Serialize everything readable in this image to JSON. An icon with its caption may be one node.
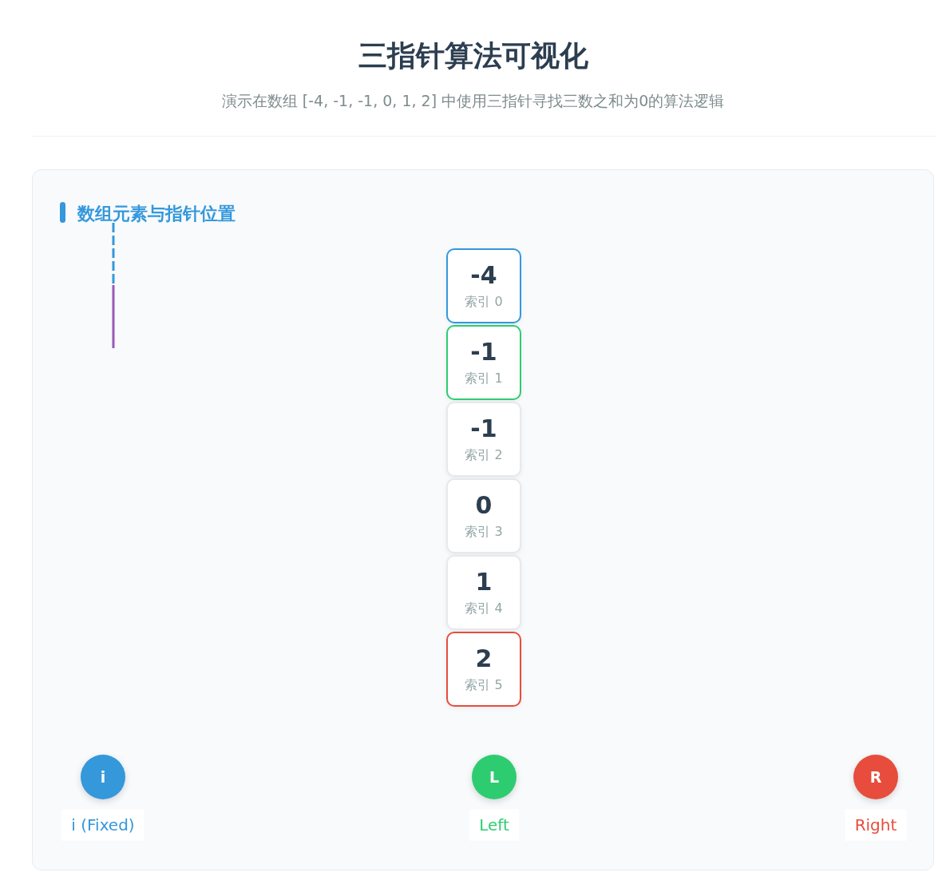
{
  "diagram": {
    "title": "三指针算法可视化",
    "caption": "演示在数组 [-4, -1, -1, 0, 1, 2] 中使用三指针寻找三数之和为0的算法逻辑",
    "nodes": [
      {
        "text": [
          "数组元素与指针位置"
        ]
      },
      {
        "text": [
          "-4",
          "索引 0"
        ],
        "in": 0
      },
      {
        "text": [
          "-1",
          "索引 1"
        ],
        "in": 0
      },
      {
        "text": [
          "-1",
          "索引 2"
        ],
        "in": 0
      },
      {
        "text": [
          "0",
          "索引 3"
        ],
        "in": 0
      },
      {
        "text": [
          "1",
          "索引 4"
        ],
        "in": 0
      },
      {
        "text": [
          "2",
          "索引 5"
        ],
        "in": 0
      },
      {
        "text": [
          "i"
        ],
        "beside": [
          "i (Fixed)"
        ],
        "in": 0
      },
      {
        "text": [
          "L"
        ],
        "beside": [
          "Left"
        ],
        "in": 0
      },
      {
        "text": [
          "R"
        ],
        "beside": [
          "Right"
        ],
        "in": 0
      }
    ],
    "edges": []
  }
}
